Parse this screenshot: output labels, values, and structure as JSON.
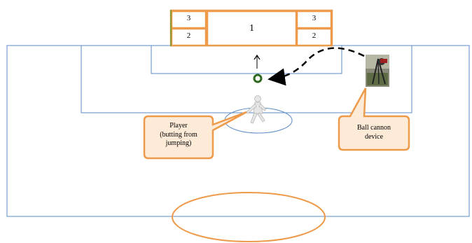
{
  "diagram": {
    "goal_zones": [
      {
        "id": "top-left",
        "label": "3"
      },
      {
        "id": "bottom-left",
        "label": "2"
      },
      {
        "id": "center",
        "label": "1"
      },
      {
        "id": "top-right",
        "label": "3"
      },
      {
        "id": "bottom-right",
        "label": "2"
      }
    ],
    "player_callout": "Player\n(butting from\njumping)",
    "cannon_callout": "Ball cannon\ndevice",
    "colors": {
      "field_line": "#5b8bc4",
      "zone_outline": "#ed9a4b",
      "callout_outline": "#ed9a4b",
      "callout_fill": "#fdebd8",
      "ball_ring": "#2d6a1d",
      "trajectory": "#000000"
    },
    "icons": [
      "player-figure",
      "ball-cannon-device",
      "ball"
    ]
  }
}
